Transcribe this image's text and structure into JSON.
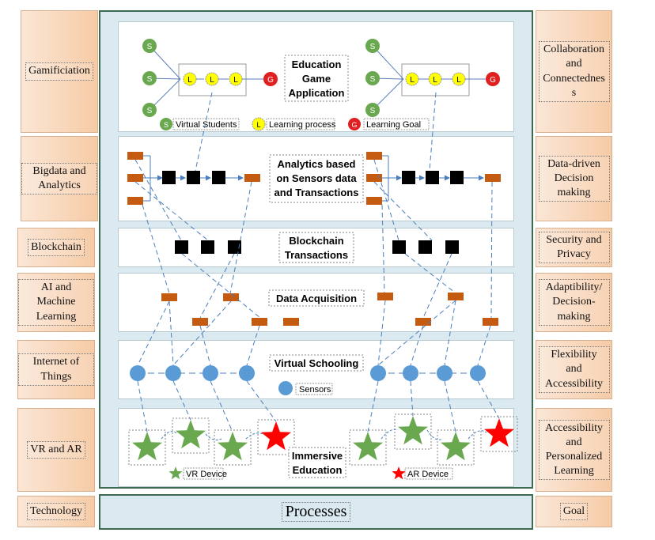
{
  "left_labels": [
    "Gamificiation",
    "Bigdata and Analytics",
    "Blockchain",
    "AI and Machine Learning",
    "Internet of Things",
    "VR and AR",
    "Technology"
  ],
  "right_labels": [
    "Collaboration and Connectednes s",
    "Data-driven Decision making",
    "Security and Privacy",
    "Adaptibility/ Decision-making",
    "Flexibility and Accessibility",
    "Accessibility and Personalized Learning",
    "Goal"
  ],
  "processes_label": "Processes",
  "layers": {
    "game": "Education Game Application",
    "analytics": "Analytics based on Sensors data and Transactions",
    "blockchain": "Blockchain Transactions",
    "acquisition": "Data Acquisition",
    "schooling": "Virtual Schooling",
    "immersive": "Immersive Education"
  },
  "legend": {
    "s_letter": "S",
    "l_letter": "L",
    "g_letter": "G",
    "virtual_students": "Virtual Students",
    "learning_process": "Learning process",
    "learning_goal": "Learning Goal",
    "sensors": "Sensors",
    "vr_device": "VR Device",
    "ar_device": "AR Device"
  },
  "colors": {
    "student": "#6aa84f",
    "learning": "#ffff00",
    "goal": "#e02020",
    "orange_block": "#c55a11",
    "black_block": "#000000",
    "sensor": "#5b9bd5",
    "vr_star": "#6aa84f",
    "ar_star": "#ff0000"
  }
}
